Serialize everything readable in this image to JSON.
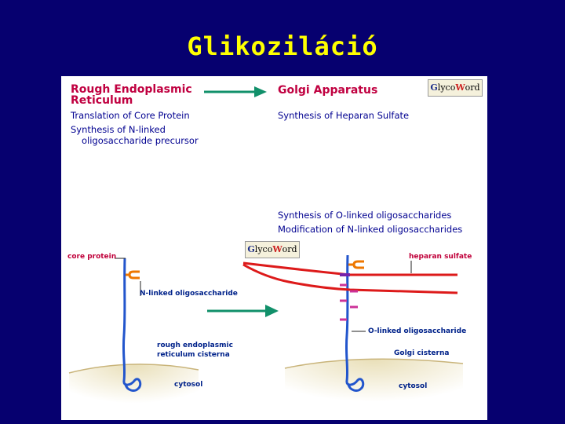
{
  "slide": {
    "title": "Glikoziláció"
  },
  "figure": {
    "left_header": {
      "line1": "Rough Endoplasmic",
      "line2": "Reticulum"
    },
    "right_header": "Golgi Apparatus",
    "logo": {
      "prefix_g": "G",
      "prefix_rest": "lyco",
      "suffix_w": "W",
      "suffix_rest": "ord"
    },
    "left_items": [
      "Translation of Core Protein",
      "Synthesis of N-linked",
      "oligosaccharide precursor"
    ],
    "right_items_top": [
      "Synthesis of Heparan Sulfate"
    ],
    "right_items_mid": [
      "Synthesis of O-linked oligosaccharides",
      "Modification of N-linked oligosaccharides"
    ],
    "labels": {
      "core_protein": "core protein",
      "n_linked": "N-linked oligosaccharide",
      "er_cisterna_1": "rough endoplasmic",
      "er_cisterna_2": "reticulum cisterna",
      "cytosol_left": "cytosol",
      "heparan_sulfate": "heparan sulfate",
      "o_linked": "O-linked oligosaccharide",
      "golgi_cisterna": "Golgi cisterna",
      "cytosol_right": "cytosol"
    },
    "colors": {
      "header_red": "#c00040",
      "text_blue": "#000090",
      "arrow_green": "#11906a",
      "protein_blue": "#2255cc",
      "oligo_orange": "#ee7700",
      "heparan_red": "#dd1a1a",
      "olinked_magenta": "#cc3399"
    }
  }
}
